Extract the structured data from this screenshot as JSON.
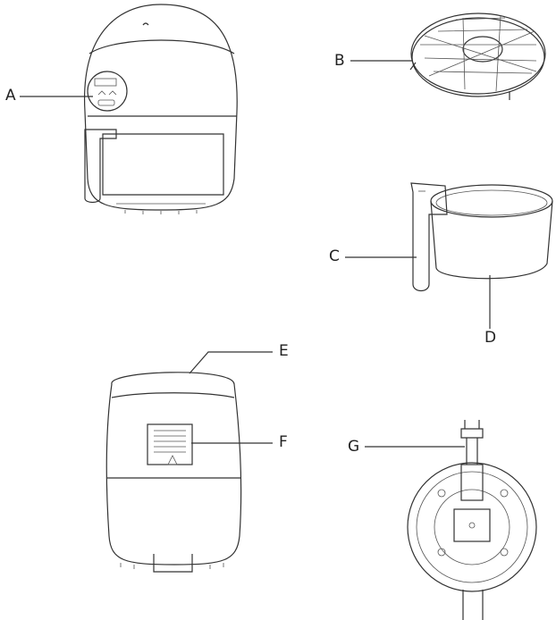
{
  "labels": {
    "a": "A",
    "b": "B",
    "c": "C",
    "d": "D",
    "e": "E",
    "f": "F",
    "g": "G"
  },
  "colors": {
    "line": "#333333",
    "background": "#ffffff"
  }
}
